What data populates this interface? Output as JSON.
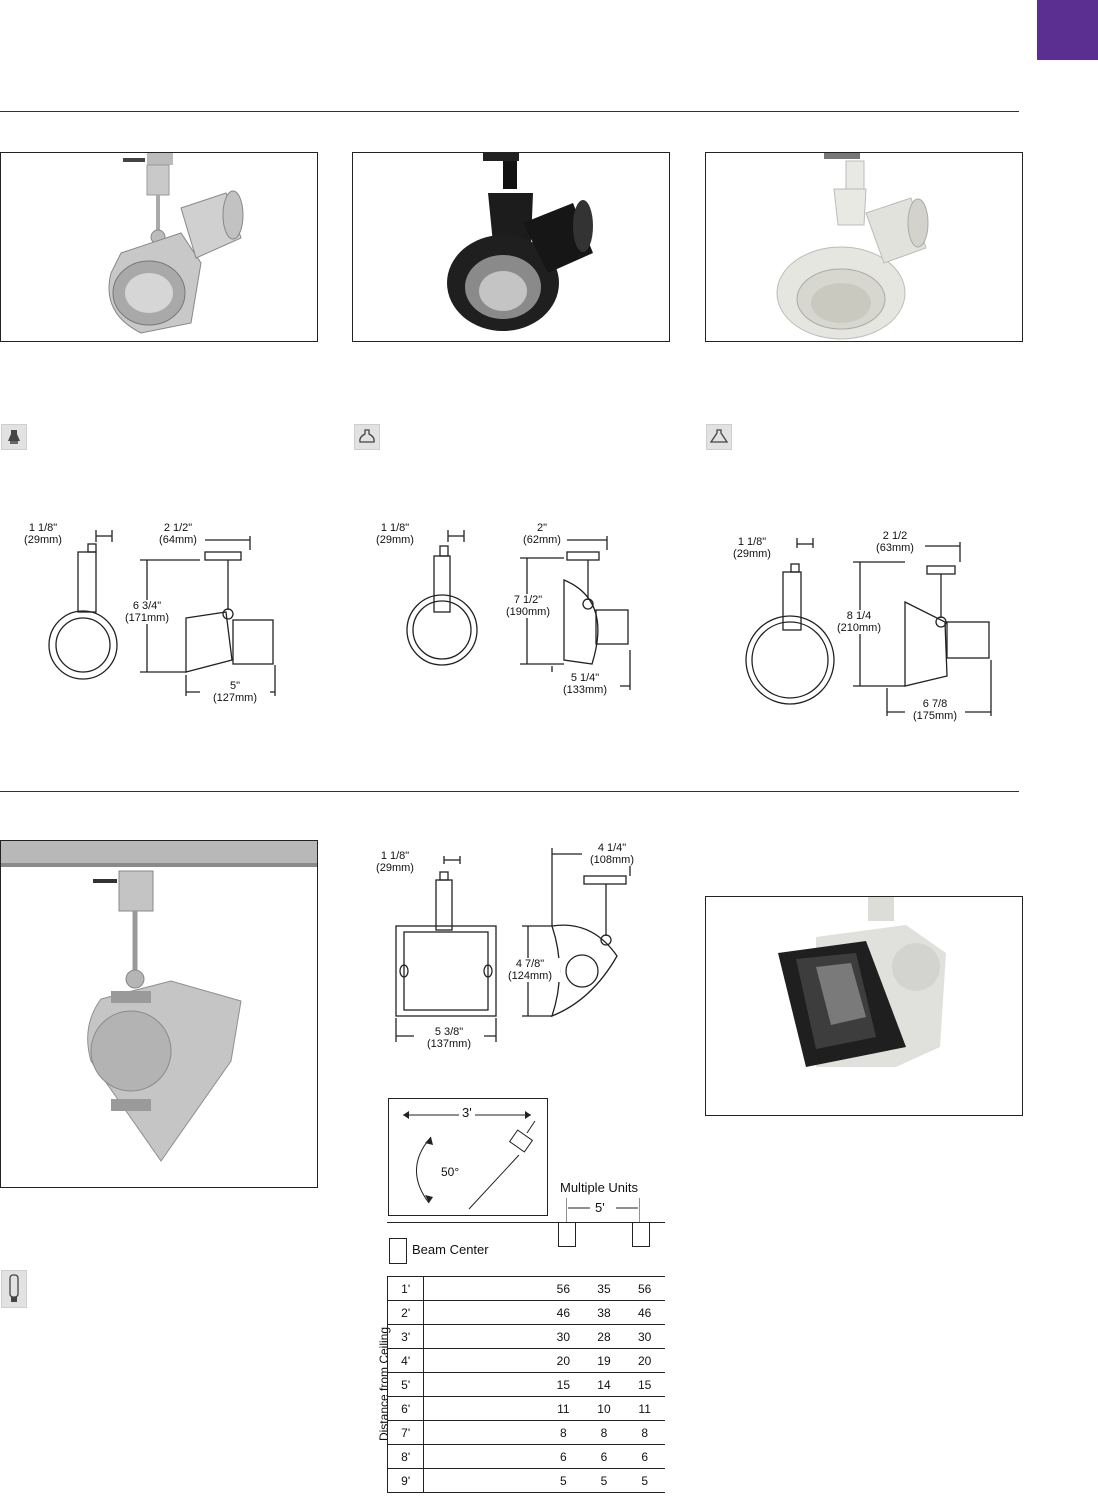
{
  "colors": {
    "tab": "#5b2e91",
    "rule": "#333333"
  },
  "icons": [
    "par-lamp-icon",
    "br-lamp-icon",
    "cfl-lamp-icon"
  ],
  "fixture1": {
    "d_width_in": "1 1/8\"",
    "d_width_mm": "(29mm)",
    "d_top_in": "2 1/2\"",
    "d_top_mm": "(64mm)",
    "d_height_in": "6 3/4\"",
    "d_height_mm": "(171mm)",
    "d_depth_in": "5\"",
    "d_depth_mm": "(127mm)"
  },
  "fixture2": {
    "d_width_in": "1 1/8\"",
    "d_width_mm": "(29mm)",
    "d_top_in": "2\"",
    "d_top_mm": "(62mm)",
    "d_height_in": "7 1/2\"",
    "d_height_mm": "(190mm)",
    "d_depth_in": "5 1/4\"",
    "d_depth_mm": "(133mm)"
  },
  "fixture3": {
    "d_width_in": "1 1/8\"",
    "d_width_mm": "(29mm)",
    "d_top_in": "2 1/2",
    "d_top_mm": "(63mm)",
    "d_height_in": "8 1/4",
    "d_height_mm": "(210mm)",
    "d_depth_in": "6 7/8",
    "d_depth_mm": "(175mm)"
  },
  "fixture4": {
    "d_width_in": "1 1/8\"",
    "d_width_mm": "(29mm)",
    "d_top_in": "4 1/4\"",
    "d_top_mm": "(108mm)",
    "d_height_in": "4 7/8\"",
    "d_height_mm": "(124mm)",
    "d_depth_in": "5 3/8\"",
    "d_depth_mm": "(137mm)"
  },
  "aiming": {
    "distance": "3'",
    "angle": "50°"
  },
  "multiple_units": {
    "label": "Multiple Units",
    "spacing": "5'"
  },
  "beam_center": {
    "label": "Beam Center"
  },
  "table": {
    "axis_label": "Distance from Ceiling",
    "rows": [
      {
        "d": "1'",
        "v": [
          "56",
          "35",
          "56"
        ]
      },
      {
        "d": "2'",
        "v": [
          "46",
          "38",
          "46"
        ]
      },
      {
        "d": "3'",
        "v": [
          "30",
          "28",
          "30"
        ]
      },
      {
        "d": "4'",
        "v": [
          "20",
          "19",
          "20"
        ]
      },
      {
        "d": "5'",
        "v": [
          "15",
          "14",
          "15"
        ]
      },
      {
        "d": "6'",
        "v": [
          "11",
          "10",
          "11"
        ]
      },
      {
        "d": "7'",
        "v": [
          "8",
          "8",
          "8"
        ]
      },
      {
        "d": "8'",
        "v": [
          "6",
          "6",
          "6"
        ]
      },
      {
        "d": "9'",
        "v": [
          "5",
          "5",
          "5"
        ]
      }
    ]
  }
}
